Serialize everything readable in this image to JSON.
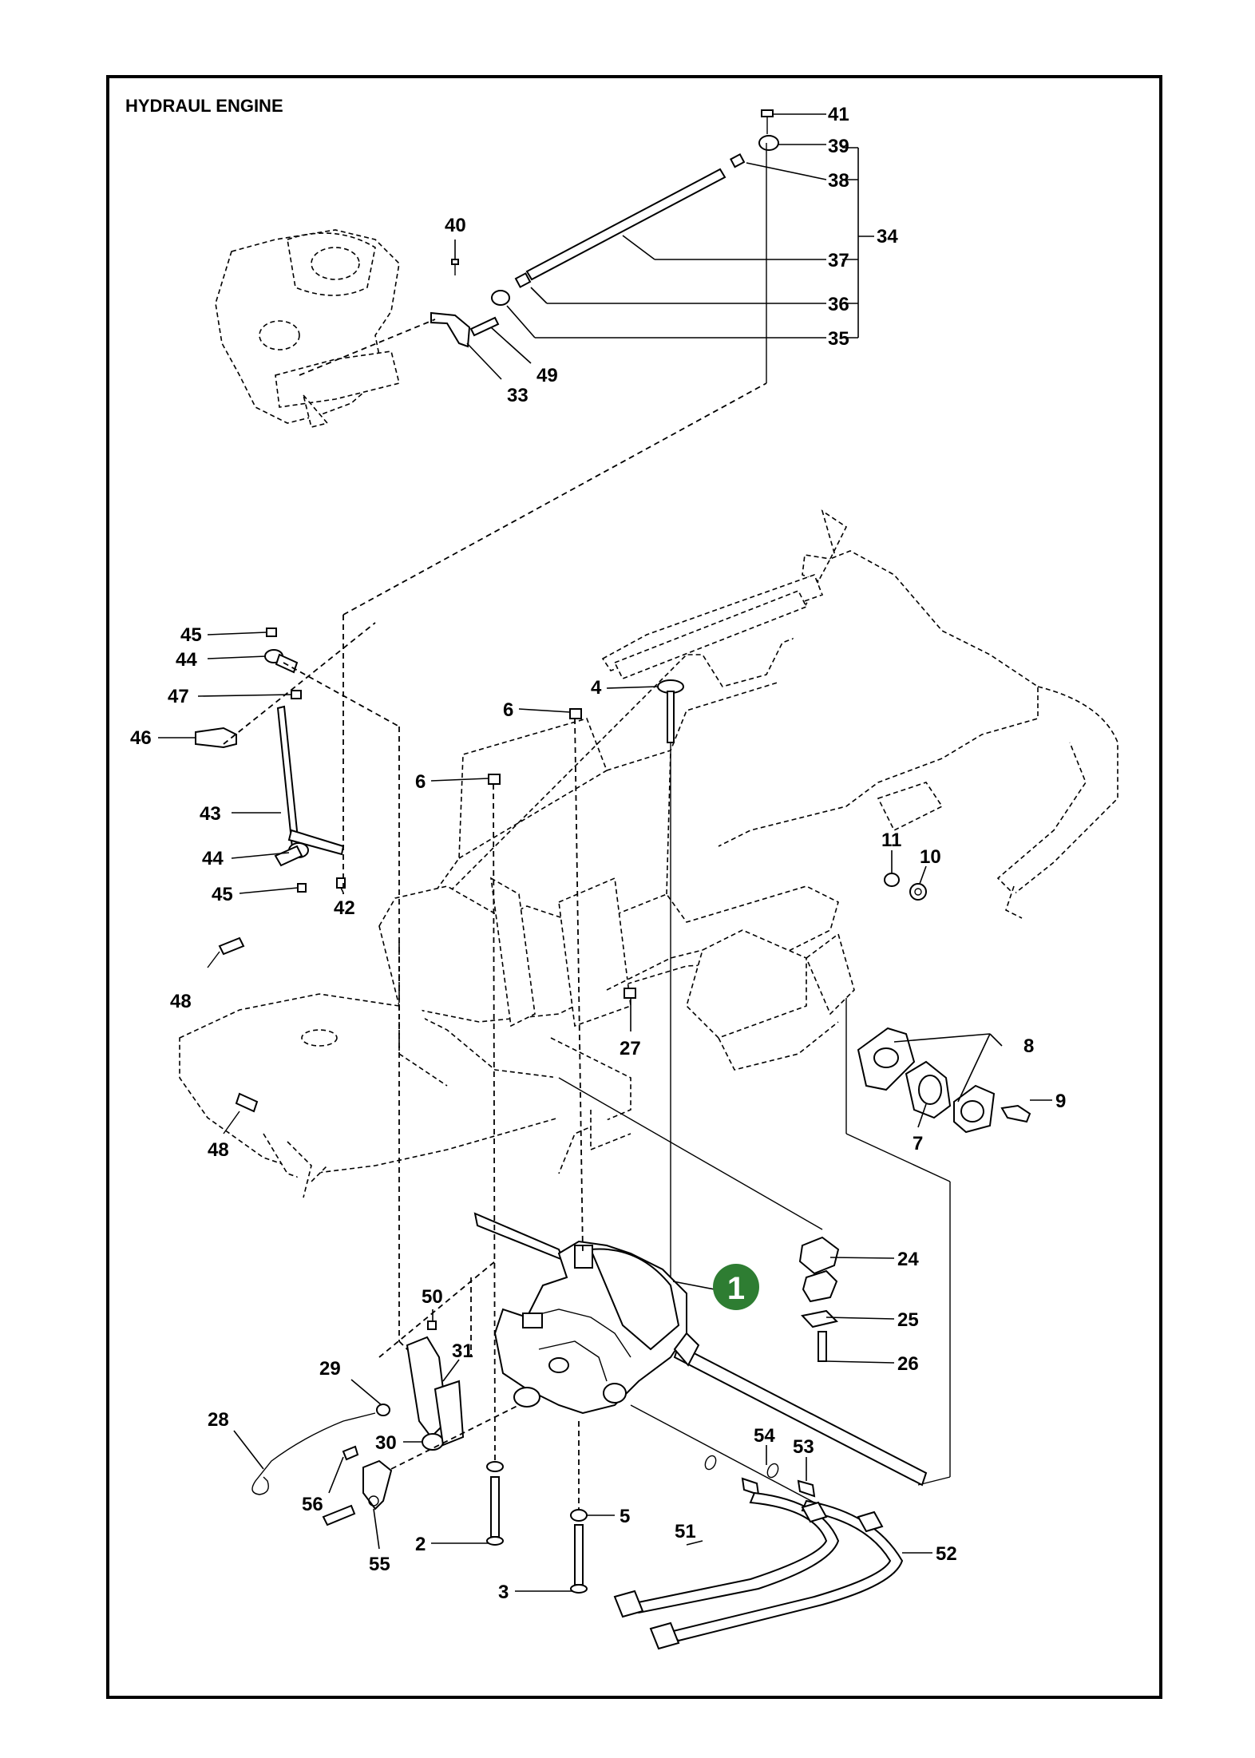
{
  "title": "HYDRAUL ENGINE",
  "main_part_badge": "1",
  "badge_color": "#2e7d32",
  "callouts": {
    "c2": "2",
    "c3": "3",
    "c4": "4",
    "c5": "5",
    "c6a": "6",
    "c6b": "6",
    "c7": "7",
    "c8": "8",
    "c9": "9",
    "c10": "10",
    "c11": "11",
    "c24": "24",
    "c25": "25",
    "c26": "26",
    "c27": "27",
    "c28": "28",
    "c29": "29",
    "c30": "30",
    "c31": "31",
    "c33": "33",
    "c34": "34",
    "c35": "35",
    "c36": "36",
    "c37": "37",
    "c38": "38",
    "c39": "39",
    "c40": "40",
    "c41": "41",
    "c42": "42",
    "c43": "43",
    "c44a": "44",
    "c44b": "44",
    "c45a": "45",
    "c45b": "45",
    "c46": "46",
    "c47": "47",
    "c48a": "48",
    "c48b": "48",
    "c49": "49",
    "c50": "50",
    "c51": "51",
    "c52": "52",
    "c53": "53",
    "c54": "54",
    "c55": "55",
    "c56": "56"
  }
}
